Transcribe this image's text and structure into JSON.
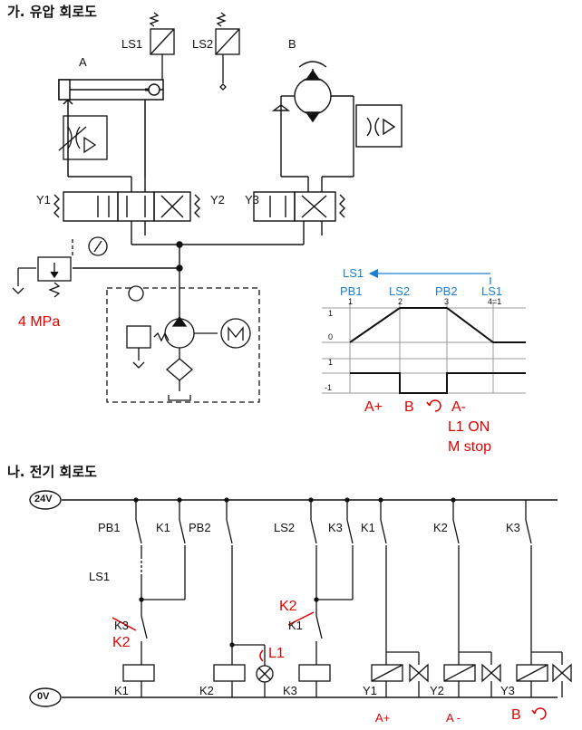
{
  "hydraulic": {
    "title": "가. 유압 회로도",
    "components": {
      "cylinder_a": "A",
      "motor_b": "B",
      "limit_switch_1": "LS1",
      "limit_switch_2": "LS2",
      "solenoid_y1": "Y1",
      "solenoid_y2": "Y2",
      "solenoid_y3": "Y3"
    },
    "pressure_setting": "4 MPa"
  },
  "timing_chart": {
    "top_labels": [
      "LS1",
      "PB1",
      "LS2",
      "PB2",
      "LS1"
    ],
    "arrow_label": "LS1",
    "step_numbers": [
      "1",
      "2",
      "3",
      "4=1"
    ],
    "cylinder_levels": [
      "1",
      "0"
    ],
    "motor_levels": [
      "1",
      "-1"
    ],
    "notes": {
      "a_plus": "A+",
      "b_rot": "B",
      "a_minus": "A-",
      "l1_on": "L1 ON",
      "m_stop": "M stop"
    }
  },
  "electrical": {
    "title": "나. 전기 회로도",
    "supply_top": "24V",
    "supply_bottom": "0V",
    "contacts": {
      "pb1": "PB1",
      "k1_a": "K1",
      "pb2": "PB2",
      "ls2": "LS2",
      "k3_a": "K3",
      "k1_b": "K1",
      "k2_a": "K2",
      "k3_b": "K3",
      "ls1": "LS1",
      "k3_nc": "K3",
      "k1_nc": "K1"
    },
    "coils": {
      "k1": "K1",
      "k2": "K2",
      "k3": "K3",
      "y1": "Y1",
      "y2": "Y2",
      "y3": "Y3"
    },
    "handwritten": {
      "k2_fix_1": "K2",
      "k2_fix_2": "K2",
      "l1": "L1",
      "y1_note": "A+",
      "y2_note": "A -",
      "y3_note": "B"
    }
  }
}
